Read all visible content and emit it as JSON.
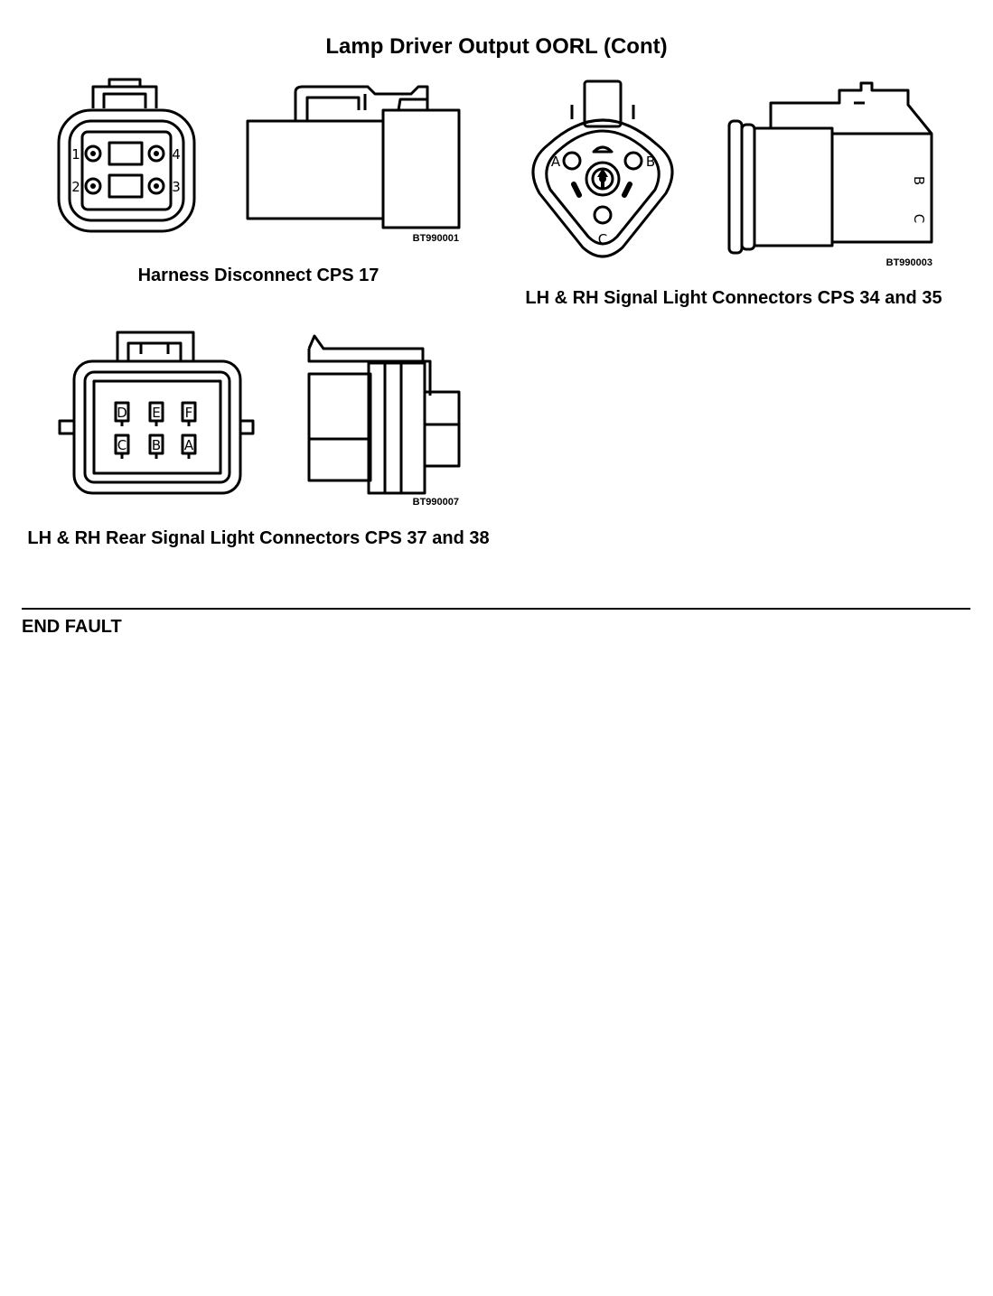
{
  "page": {
    "title": "Lamp Driver Output OORL (Cont)",
    "end_label": "END FAULT"
  },
  "figures": [
    {
      "code": "BT990001",
      "caption": "Harness Disconnect CPS 17",
      "pins": [
        "1",
        "2",
        "3",
        "4"
      ]
    },
    {
      "code": "BT990003",
      "caption": "LH & RH Signal Light Connectors CPS 34 and 35",
      "pins": [
        "A",
        "B",
        "C"
      ],
      "side_marks": [
        "B",
        "C"
      ]
    },
    {
      "code": "BT990007",
      "caption": "LH & RH Rear Signal Light Connectors CPS 37 and 38",
      "pins": [
        "D",
        "E",
        "F",
        "C",
        "B",
        "A"
      ]
    }
  ]
}
